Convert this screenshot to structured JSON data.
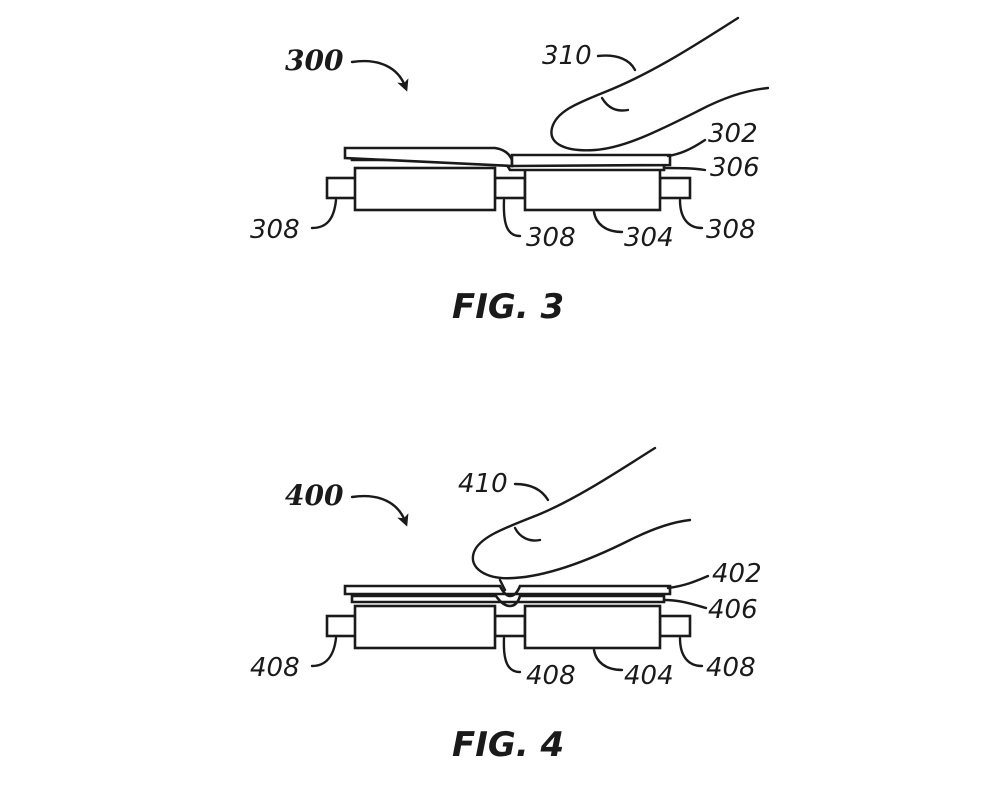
{
  "fig3": {
    "reference": "300",
    "caption": "FIG. 3",
    "labels": {
      "finger": "310",
      "top_layer": "302",
      "mid_layer": "306",
      "base": "304",
      "spacer_left": "308",
      "spacer_center": "308",
      "spacer_right": "308"
    }
  },
  "fig4": {
    "reference": "400",
    "caption": "FIG. 4",
    "labels": {
      "finger": "410",
      "top_layer": "402",
      "mid_layer": "406",
      "base": "404",
      "spacer_left": "408",
      "spacer_center": "408",
      "spacer_right": "408"
    }
  },
  "colors": {
    "ink": "#1a1a1a",
    "paper": "#ffffff"
  }
}
